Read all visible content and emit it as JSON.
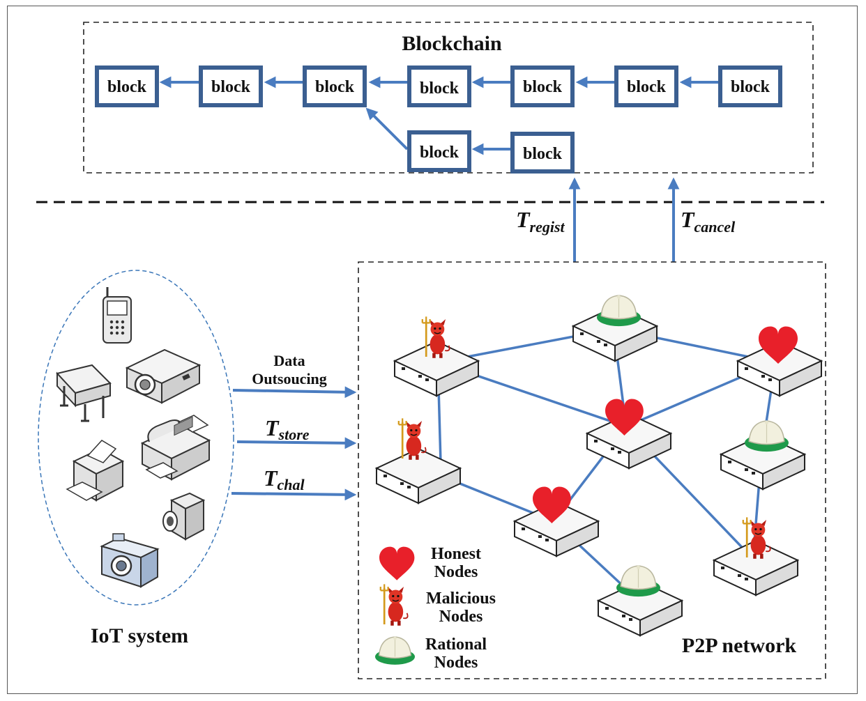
{
  "blockchain": {
    "title": "Blockchain",
    "block_label": "block",
    "main_chain_count": 7,
    "fork_count": 2
  },
  "transactions": {
    "regist": {
      "symbol": "T",
      "sub": "regist"
    },
    "cancel": {
      "symbol": "T",
      "sub": "cancel"
    },
    "store": {
      "symbol": "T",
      "sub": "store"
    },
    "chal": {
      "symbol": "T",
      "sub": "chal"
    },
    "data_outsourcing_line1": "Data",
    "data_outsourcing_line2": "Outsoucing"
  },
  "iot": {
    "title": "IoT system",
    "devices": [
      "mobile-phone-icon",
      "plotter-icon",
      "projector-icon",
      "printer-icon",
      "fax-machine-icon",
      "camcorder-icon",
      "camera-icon"
    ]
  },
  "p2p": {
    "title": "P2P network",
    "legend": [
      {
        "line1": "Honest",
        "line2": "Nodes",
        "icon": "heart-icon"
      },
      {
        "line1": "Malicious",
        "line2": "Nodes",
        "icon": "devil-icon"
      },
      {
        "line1": "Rational",
        "line2": "Nodes",
        "icon": "cap-icon"
      }
    ]
  },
  "colors": {
    "block_border": "#3b5f91",
    "arrow": "#4a7cc0",
    "heart": "#e8202a",
    "devil": "#d7281f",
    "cap_green": "#1f9a4a"
  }
}
